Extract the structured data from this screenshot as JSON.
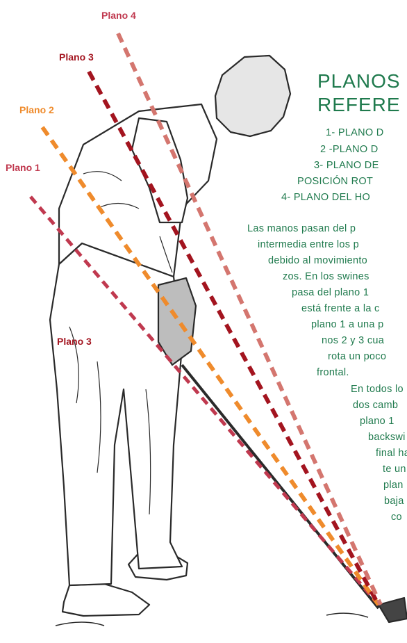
{
  "colors": {
    "text_green": "#1f7a4d",
    "plane1": "#c0394f",
    "plane2": "#ef8b2c",
    "plane3": "#a3141f",
    "plane4": "#d4766f",
    "figure": "#2a2a2a"
  },
  "labels": {
    "plano4": "Plano 4",
    "plano3_top": "Plano 3",
    "plano2": "Plano 2",
    "plano1": "Plano 1",
    "plano3_mid": "Plano 3"
  },
  "title": {
    "line1": "PLANOS",
    "line2": "REFERE"
  },
  "list": [
    "1- PLANO D",
    "2 -PLANO D",
    "3- PLANO DE",
    "POSICIÓN ROT",
    "4- PLANO DEL HO"
  ],
  "paragraph1": [
    "Las manos pasan del p",
    "intermedia entre los p",
    "debido al movimiento",
    "zos. En los swines",
    "pasa del plano 1",
    "está frente a la c",
    "plano 1 a una p",
    "nos 2 y 3 cua",
    "rota un poco",
    "frontal."
  ],
  "paragraph2": [
    "En todos lo",
    "dos camb",
    "plano 1",
    "backswi",
    "final ha",
    "te un",
    "plan",
    "baja",
    "co"
  ]
}
